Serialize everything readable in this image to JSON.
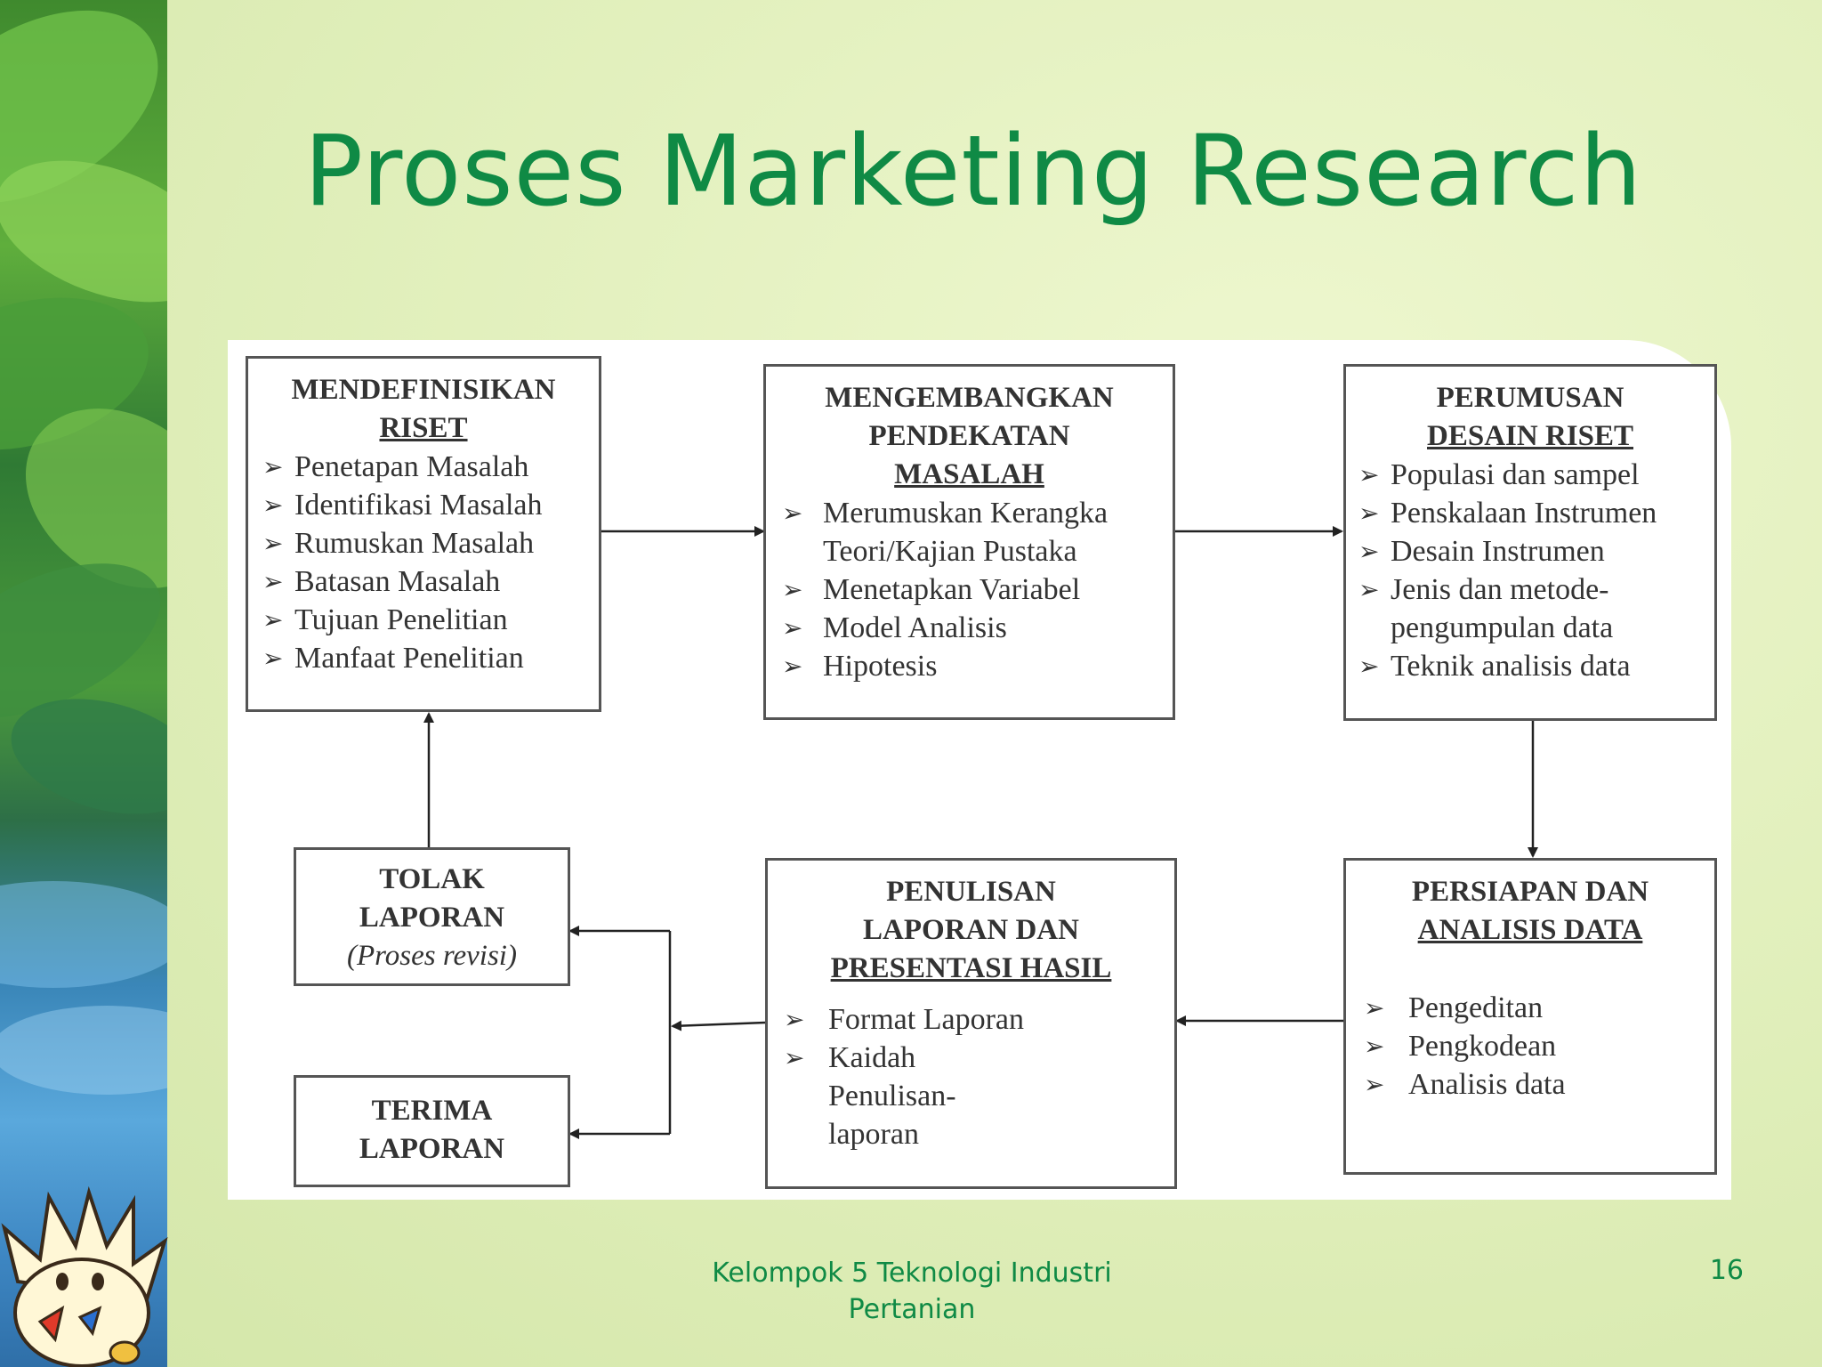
{
  "title": "Proses Marketing Research",
  "boxes": {
    "definisi": {
      "title_line1": "MENDEFINISIKAN",
      "title_line2": "RISET",
      "items": [
        "Penetapan Masalah",
        "Identifikasi Masalah",
        "Rumuskan Masalah",
        "Batasan Masalah",
        "Tujuan Penelitian",
        "Manfaat Penelitian"
      ]
    },
    "pendekatan": {
      "title_line1": "MENGEMBANGKAN",
      "title_line2": "PENDEKATAN",
      "title_line3": "MASALAH",
      "items": [
        "Merumuskan Kerangka Teori/Kajian Pustaka",
        "Menetapkan Variabel",
        "Model Analisis",
        "Hipotesis"
      ]
    },
    "desain": {
      "title_line1": "PERUMUSAN",
      "title_line2": "DESAIN RISET",
      "items": [
        "Populasi dan sampel",
        "Penskalaan Instrumen",
        "Desain Instrumen",
        "Jenis dan metode-pengumpulan data",
        "Teknik analisis data"
      ]
    },
    "analisis": {
      "title_line1": "PERSIAPAN DAN",
      "title_line2": "ANALISIS DATA",
      "items": [
        "Pengeditan",
        "Pengkodean",
        "Analisis data"
      ]
    },
    "penulisan": {
      "title_line1": "PENULISAN",
      "title_line2": "LAPORAN DAN",
      "title_line3": "PRESENTASI HASIL",
      "items": [
        "Format Laporan",
        "Kaidah Penulisan-laporan"
      ]
    },
    "tolak": {
      "title_line1": "TOLAK",
      "title_line2": "LAPORAN",
      "subtitle": "(Proses revisi)"
    },
    "terima": {
      "title_line1": "TERIMA",
      "title_line2": "LAPORAN"
    }
  },
  "footer": {
    "line1": "Kelompok 5 Teknologi Industri",
    "line2": "Pertanian",
    "page_number": "16"
  },
  "colors": {
    "title": "#0f8a45",
    "box_border": "#555555",
    "text": "#333333"
  }
}
